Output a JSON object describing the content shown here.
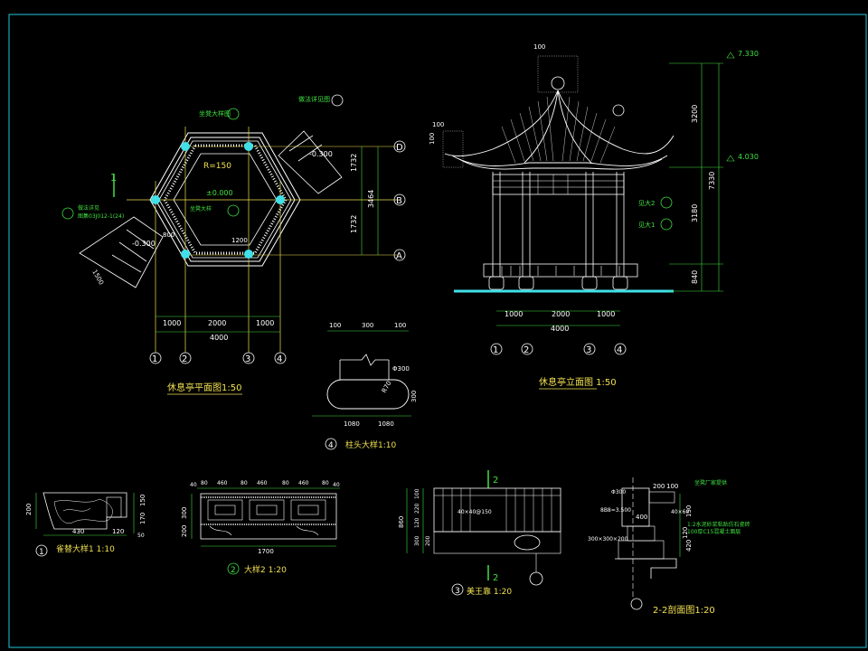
{
  "colors": {
    "background": "#000000",
    "frame": "#20c8d8",
    "line_white": "#ffffff",
    "line_cyan": "#40e0e8",
    "line_yellow": "#f0e050",
    "line_green": "#40e040",
    "line_magenta": "#d040d0"
  },
  "plan": {
    "title": "休息亭平面图1:50",
    "radius_label": "R=150",
    "elev_inner": "±0.000",
    "elev_outer": "-0.300",
    "elev_outer2": "-0.300",
    "dims_bottom": [
      "1000",
      "2000",
      "1000"
    ],
    "dim_total": "4000",
    "dims_right": [
      "1732",
      "1732"
    ],
    "dim_right_total": "3464",
    "grid_right": [
      "D",
      "B",
      "A"
    ],
    "grid_bottom": [
      "1",
      "2",
      "3",
      "4"
    ],
    "section_mark": "1",
    "dim_stair": "1500",
    "dim_side": "800",
    "dim_diag": "1200",
    "callout_top": "坐凳大样图",
    "callout_left": "做法详见",
    "callout_left2": "图集03J012-1(24)",
    "callout_right": "做法详见图",
    "note_beam": "坐凳大样",
    "note_beam2": "大样图"
  },
  "elevation": {
    "title": "休息亭立面图 1:50",
    "elev_top": "7.330",
    "elev_mid": "4.030",
    "dims_right": [
      "3200",
      "3180",
      "840"
    ],
    "dim_right_total": "7330",
    "dims_bottom": [
      "1000",
      "2000",
      "1000"
    ],
    "dim_total": "4000",
    "grid_bottom": [
      "1",
      "2",
      "3",
      "4"
    ],
    "dim_top": "100",
    "dim_left": "100",
    "dim_left2": "100",
    "tag1": "见大2",
    "tag2": "见大1"
  },
  "column_head": {
    "title": "柱头大样1:10",
    "number": "4",
    "dims_top": [
      "100",
      "300",
      "100"
    ],
    "dims_bottom": [
      "1080",
      "1080"
    ],
    "dim_right": "300",
    "label_phi": "Φ300",
    "label_r": "R70"
  },
  "detail1": {
    "title": "雀替大样1 1:10",
    "number": "1",
    "dims_bottom": [
      "430",
      "120"
    ],
    "dims_left": [
      "200"
    ],
    "dims_right": [
      "150",
      "170",
      "50"
    ]
  },
  "detail2": {
    "title": "大样2 1:20",
    "number": "2",
    "dims_top": [
      "40",
      "80",
      "460",
      "80",
      "460",
      "80",
      "460",
      "80",
      "40"
    ],
    "dims_left": [
      "300",
      "200"
    ],
    "dim_bottom": "1700"
  },
  "detail3": {
    "title": "美王靠 1:20",
    "number": "3",
    "section_top": "2",
    "section_bottom": "2",
    "dims_left": [
      "100",
      "220",
      "120",
      "300",
      "200"
    ],
    "dim_left_total": "860",
    "label_inner": "40×40@150"
  },
  "section22": {
    "title": "2-2剖面图1:20",
    "dims_top": [
      "200",
      "100"
    ],
    "dims_right": [
      "150",
      "120",
      "420"
    ],
    "dim_mid": "400",
    "note1": "坐凳厂家提供",
    "note2": "1:2水泥砂浆粘贴仿石瓷砖",
    "note3": "100厚C15混凝土面层",
    "label_a": "Φ300",
    "label_b": "8B8=3.500",
    "label_c": "40×60",
    "label_d": "300×300×200"
  }
}
